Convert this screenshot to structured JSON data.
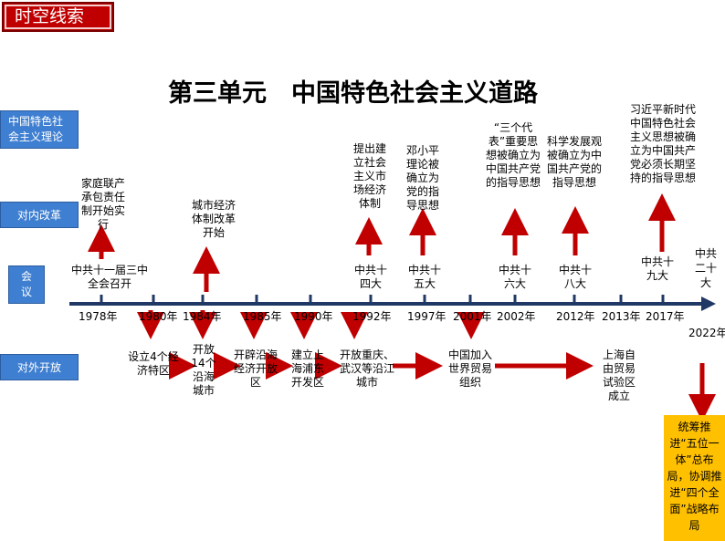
{
  "header_tag": "时空线索",
  "title": "第三单元　中国特色社会主义道路",
  "side_labels": {
    "theory": "中国特色社会主义理论",
    "reform": "对内改革",
    "meeting": "会议",
    "opening": "对外开放"
  },
  "years": [
    "1978年",
    "1980年",
    "1984年",
    "1985年",
    "1990年",
    "1992年",
    "1997年",
    "2001年",
    "2002年",
    "2012年",
    "2013年",
    "2017年",
    "2022年"
  ],
  "meetings": [
    "中共十一届三中全会召开",
    "中共十四大",
    "中共十五大",
    "中共十六大",
    "中共十八大",
    "中共十九大",
    "中共二十大"
  ],
  "theory_reform_items": [
    "家庭联产承包责任制开始实行",
    "城市经济体制改革开始",
    "提出建立社会主义市场经济体制",
    "邓小平理论被确立为党的指导思想",
    "“三个代表”重要思想被确立为中国共产党的指导思想",
    "科学发展观被确立为中国共产党的指导思想",
    "习近平新时代中国特色社会主义思想被确立为中国共产党必须长期坚持的指导思想"
  ],
  "opening_items": [
    "设立4个经济特区",
    "开放14个沿海城市",
    "开辟沿海经济开放区",
    "建立上海浦东开发区",
    "开放重庆、武汉等沿江城市",
    "中国加入世界贸易组织",
    "上海自由贸易试验区成立"
  ],
  "note": "统筹推进“五位一体”总布局，协调推进“四个全面”战略布局",
  "colors": {
    "header_red": "#c00000",
    "side_blue": "#3f7fd1",
    "axis_navy": "#1f3864",
    "arrow_red": "#c00000",
    "note_yellow": "#ffc000"
  }
}
